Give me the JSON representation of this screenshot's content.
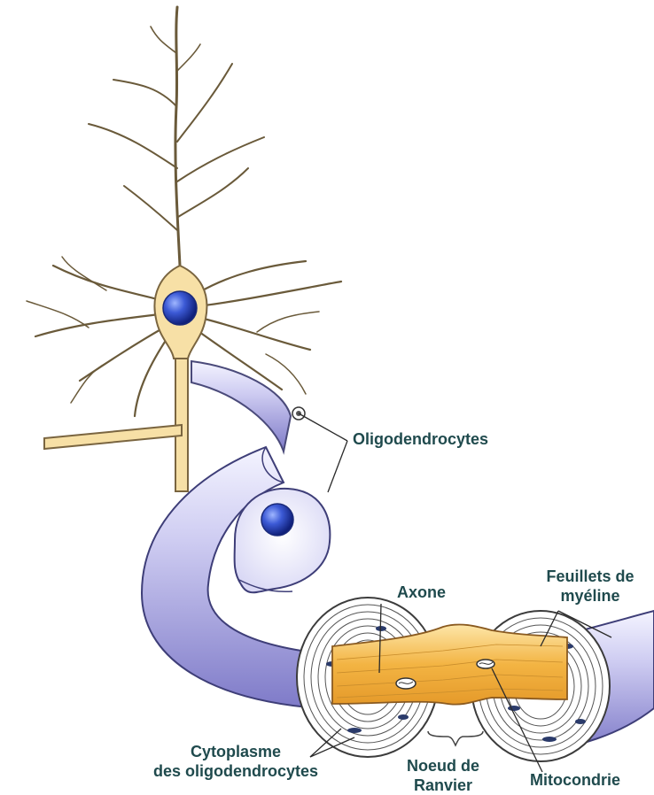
{
  "labels": {
    "oligodendrocytes": "Oligodendrocytes",
    "axone": "Axone",
    "feuillets_line1": "Feuillets de",
    "feuillets_line2": "myéline",
    "cytoplasme_line1": "Cytoplasme",
    "cytoplasme_line2": "des oligodendrocytes",
    "noeud_line1": "Noeud de",
    "noeud_line2": "Ranvier",
    "mitocondrie": "Mitocondrie"
  },
  "colors": {
    "text": "#1f4a4d",
    "neuron": "#f7e0a6",
    "nucleus": "#2a44b8",
    "myelin": "#b8b6e8",
    "axon": "#f0b040",
    "outline": "#3c3c3c"
  }
}
